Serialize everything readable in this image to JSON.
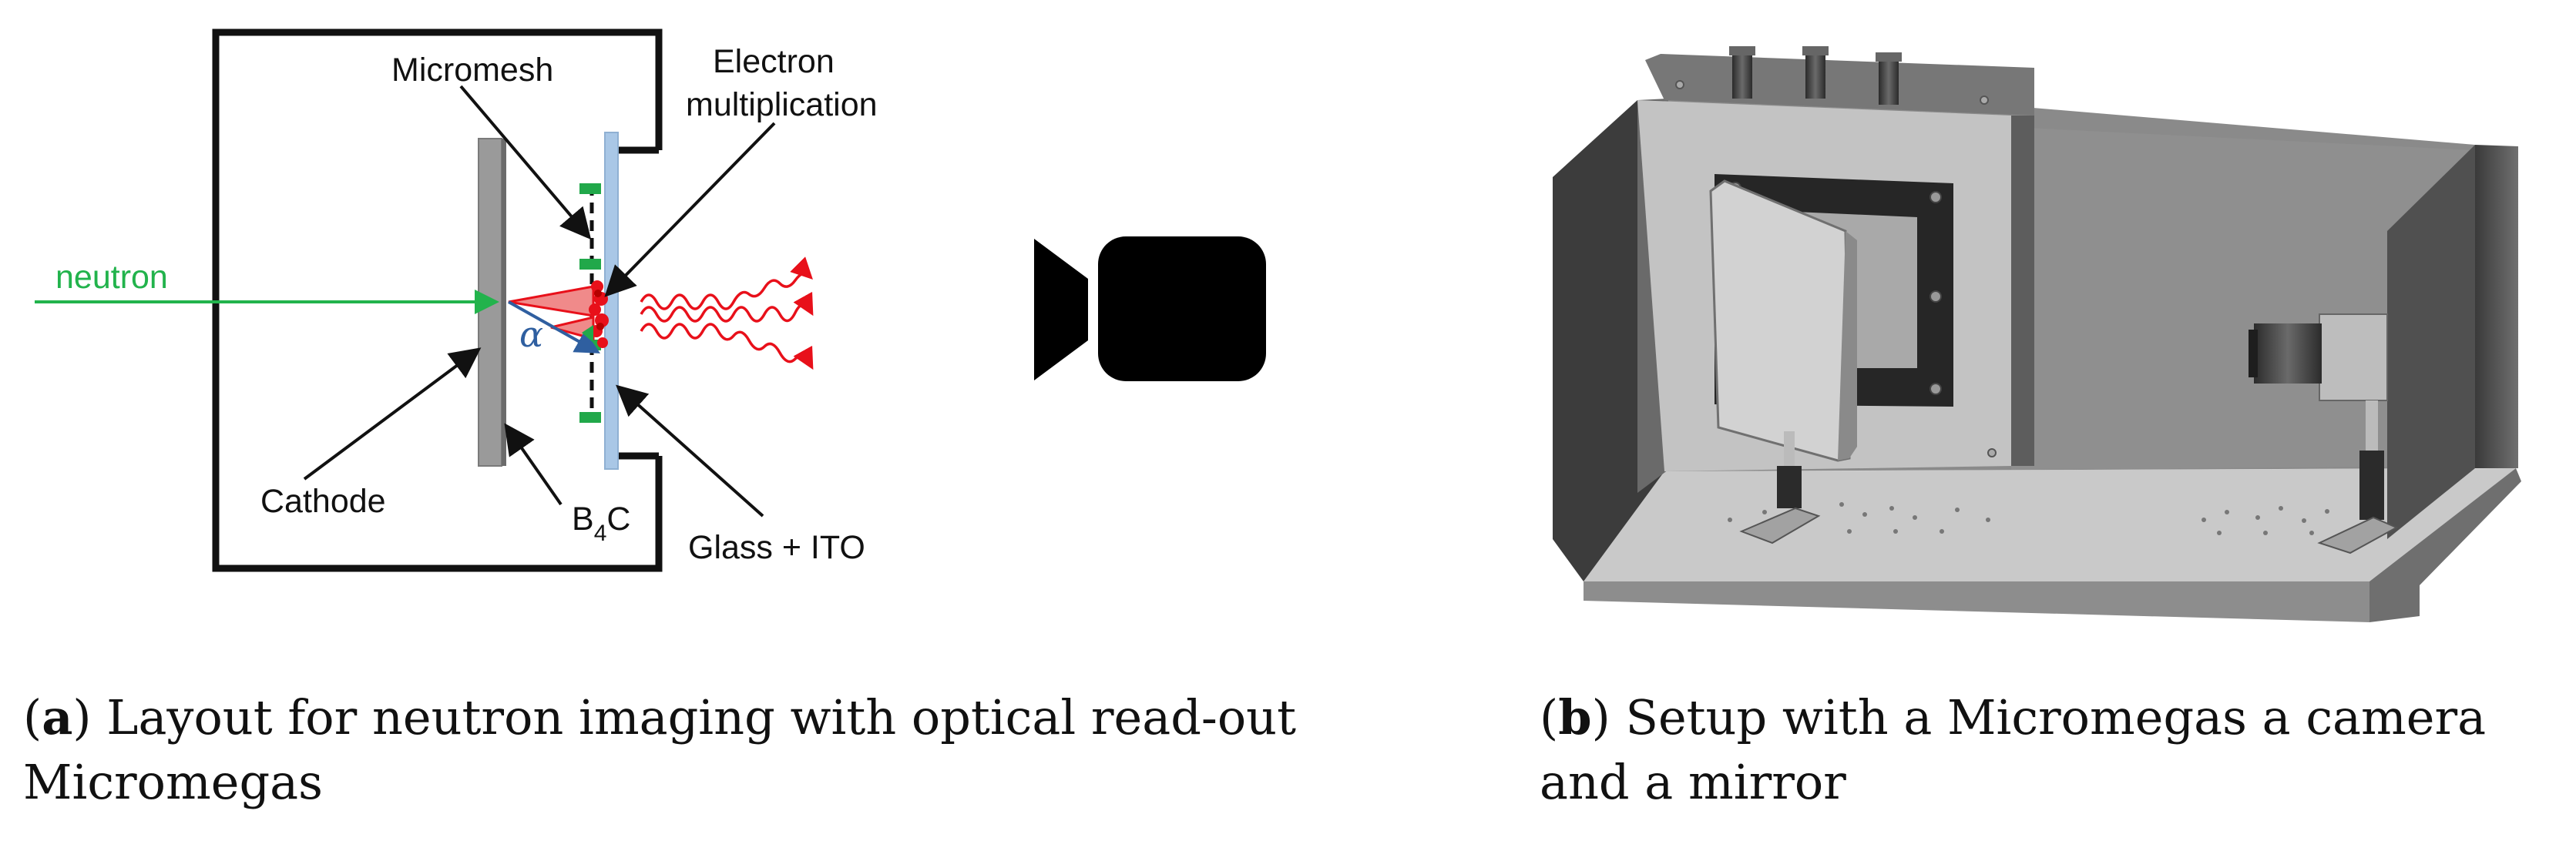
{
  "diagram_a": {
    "labels": {
      "micromesh": "Micromesh",
      "electron_line1": "Electron",
      "electron_line2": "multiplication",
      "neutron": "neutron",
      "alpha": "α",
      "cathode": "Cathode",
      "b4c_main": "B",
      "b4c_sub": "4",
      "b4c_tail": "C",
      "glass": "Glass + ITO"
    },
    "colors": {
      "frame": "#111111",
      "cathode": "#9a9a9a",
      "glass": "#a9c7e6",
      "mesh_support": "#21a84a",
      "neutron": "#22b34c",
      "light": "#e8101a",
      "alpha_track": "#2f5fa0"
    }
  },
  "camera_icon": {
    "name": "video-camera-icon"
  },
  "captions": {
    "a_letter": "a",
    "a_text": "Layout for neutron imaging with optical read-out Micromegas",
    "b_letter": "b",
    "b_text": "Setup with a Micromegas a camera and a mirror"
  }
}
